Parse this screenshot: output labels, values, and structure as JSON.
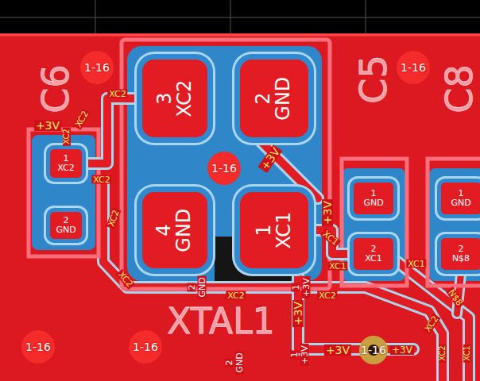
{
  "diagram": {
    "nodes": [
      {
        "text": [
          "3",
          "XC2"
        ]
      },
      {
        "text": [
          "2",
          "GND"
        ]
      },
      {
        "text": [
          "1",
          "XC2"
        ]
      },
      {
        "text": [
          "1",
          "GND"
        ]
      },
      {
        "text": [
          "1",
          "GND"
        ]
      },
      {
        "text": [
          "4",
          "GND"
        ]
      },
      {
        "text": [
          "1",
          "XC1"
        ]
      },
      {
        "text": [
          "2",
          "GND"
        ]
      },
      {
        "text": [
          "2",
          "XC1"
        ]
      },
      {
        "text": [
          "2",
          "N$8"
        ]
      }
    ],
    "edges": [
      {
        "from": 2,
        "to": 0,
        "arrow": "none"
      },
      {
        "from": 6,
        "to": 8,
        "arrow": "none"
      }
    ],
    "labels": [
      "1-16",
      "C6",
      "XC2",
      "C5",
      "1-16",
      "C8",
      "+3V",
      "XC2",
      "XC2",
      "+3V",
      "1-16",
      "XC2",
      "+3V",
      "XC2",
      "XC1",
      "XC1",
      "XC1",
      "XC2",
      "2",
      "GND",
      "XC2",
      "1",
      "+3V",
      "XC2",
      "+3V",
      "N$8",
      "XC2",
      "XTAL1",
      "1-16",
      "1-16",
      "2",
      "GND",
      "1",
      "+3V",
      "+3V",
      "1-16",
      "+3V",
      "XC2",
      "XC1"
    ]
  }
}
